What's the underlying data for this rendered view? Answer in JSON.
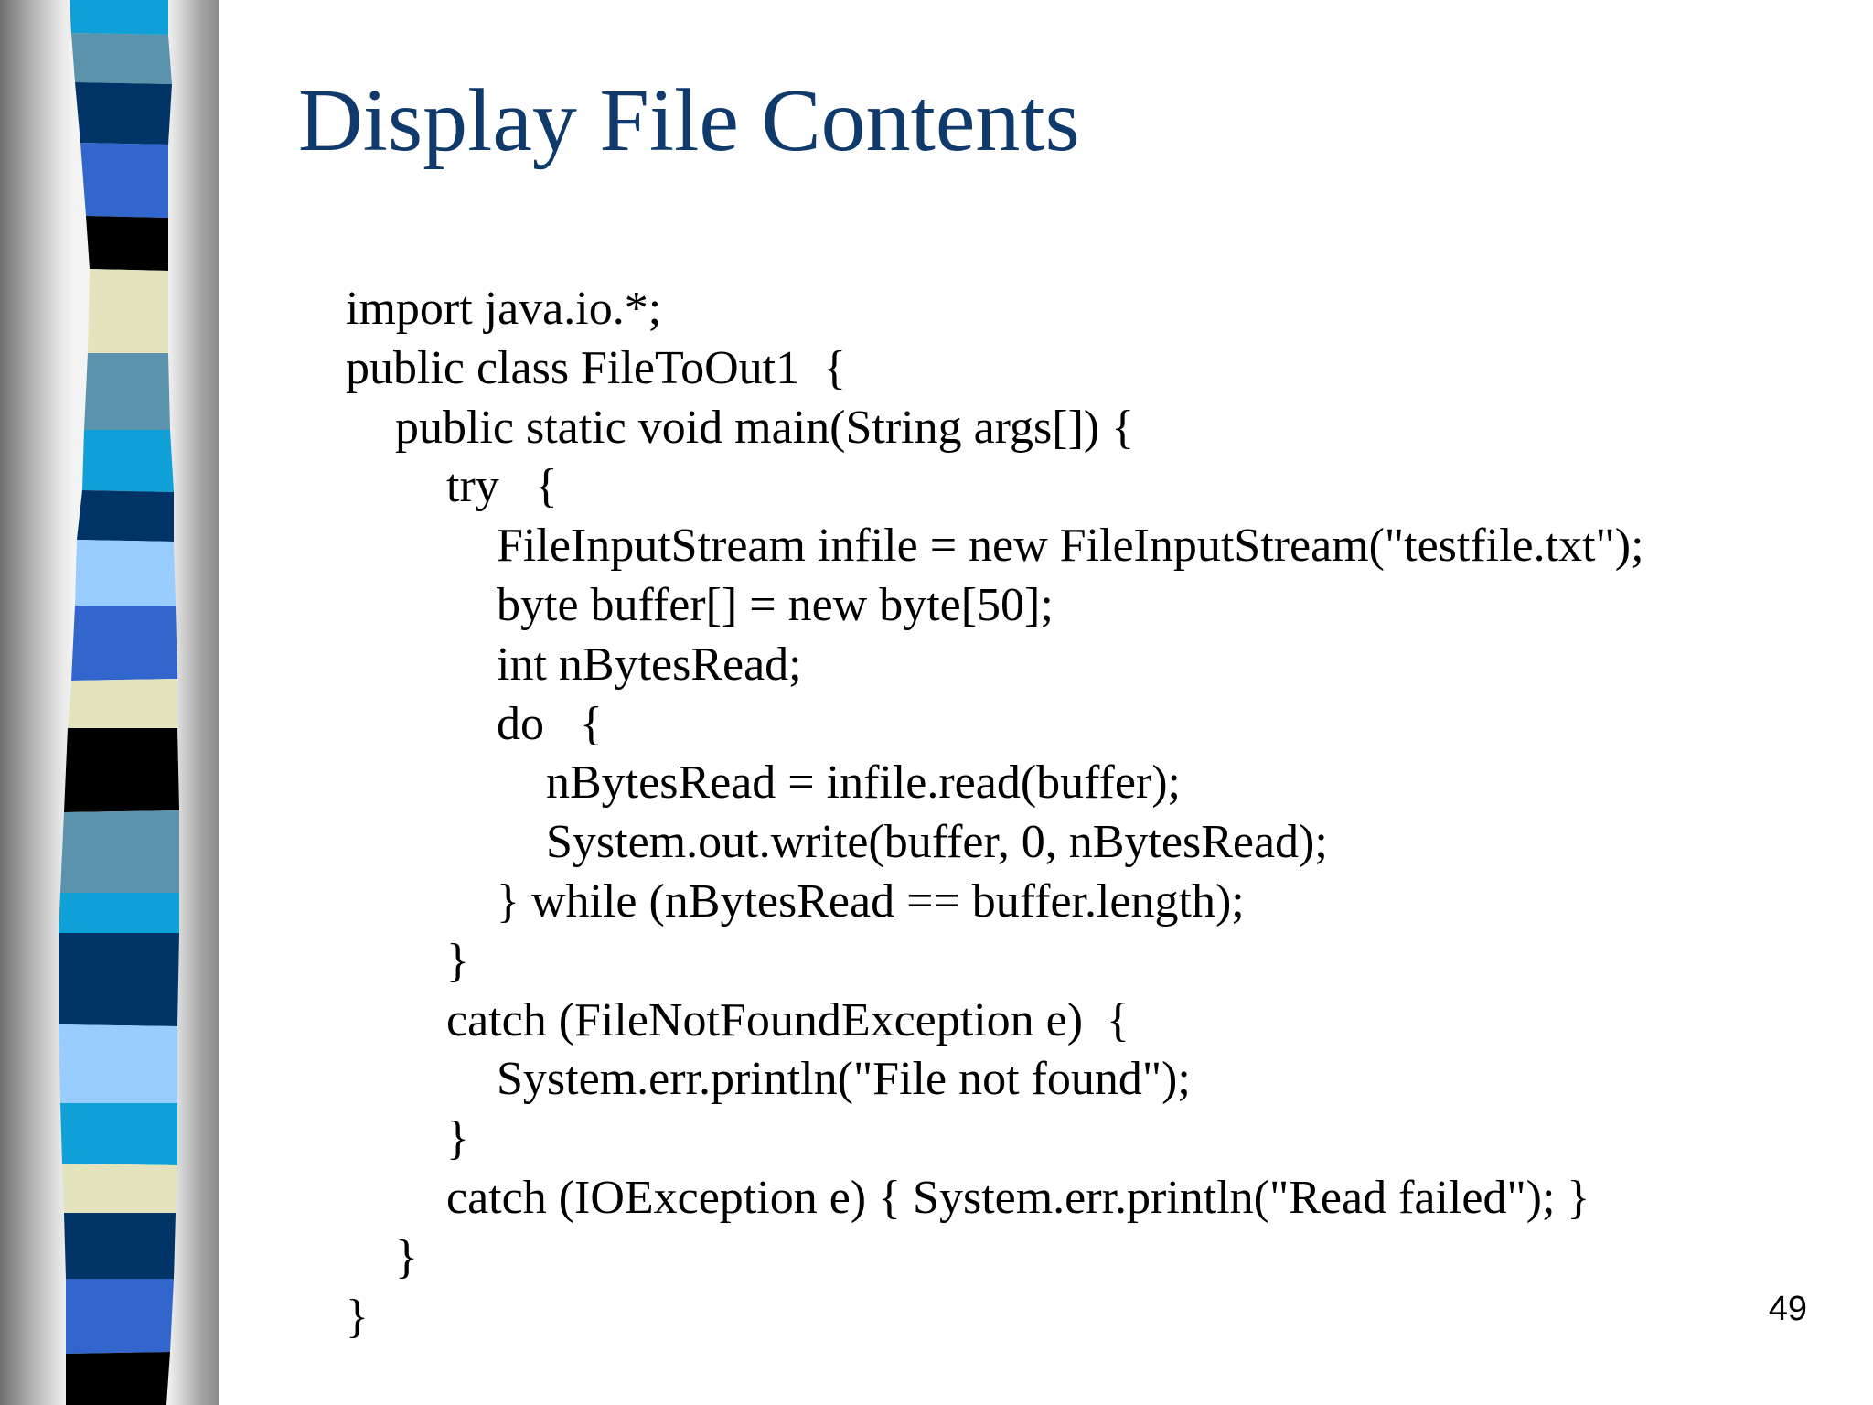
{
  "slide": {
    "title": "Display File Contents",
    "page_number": "49",
    "code_lines": [
      "import java.io.*;",
      "public class FileToOut1  {",
      "public static void main(String args[]) {",
      "try   {",
      "FileInputStream infile = new FileInputStream(\"testfile.txt\");",
      "byte buffer[] = new byte[50];",
      "int nBytesRead;",
      "do   {",
      "nBytesRead = infile.read(buffer);",
      "System.out.write(buffer, 0, nBytesRead);",
      "} while (nBytesRead == buffer.length);",
      "}",
      "catch (FileNotFoundException e)  {",
      "System.err.println(\"File not found\");",
      "}",
      "catch (IOException e) { System.err.println(\"Read failed\"); }",
      "}",
      "}"
    ]
  },
  "theme": {
    "title_color": "#0f3a6b",
    "stripe_colors": [
      "#0fa0d8",
      "#5b93ad",
      "#003366",
      "#3366cc",
      "#000000",
      "#e3e3be",
      "#99ccff"
    ]
  }
}
